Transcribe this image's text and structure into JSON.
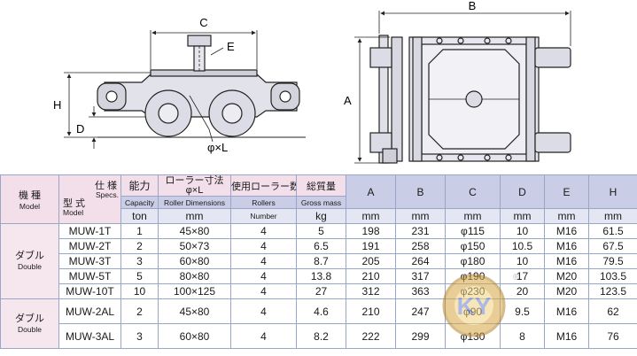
{
  "diagram": {
    "dim_c": "C",
    "dim_e": "E",
    "dim_h": "H",
    "dim_d": "D",
    "dim_roller": "φ×L",
    "dim_b": "B",
    "dim_a": "A"
  },
  "table": {
    "header": {
      "model_ja": "機 種",
      "model_en": "Model",
      "spec_ja": "仕 様",
      "spec_en": "Specs.",
      "type_ja": "型 式",
      "type_en": "Model",
      "capacity_ja": "能力",
      "capacity_en": "Capacity",
      "capacity_unit": "ton",
      "roller_ja": "ローラー寸法",
      "roller_ja2": "φ×L",
      "roller_en": "Roller Dimensions",
      "roller_unit": "mm",
      "rollers_ja": "使用ローラー数",
      "rollers_en": "Rollers",
      "rollers_unit": "Number",
      "mass_ja": "総質量",
      "mass_en": "Gross mass",
      "mass_unit": "kg",
      "cols": [
        "A",
        "B",
        "C",
        "D",
        "E",
        "H"
      ],
      "col_unit": "mm"
    },
    "groups": [
      {
        "ja": "ダブル",
        "en": "Double"
      },
      {
        "ja": "ダブル",
        "en": "Double"
      }
    ],
    "rows": [
      {
        "model": "MUW-1T",
        "cap": "1",
        "roller": "45×80",
        "num": "4",
        "mass": "5",
        "a": "198",
        "b": "231",
        "c": "φ115",
        "d": "10",
        "e": "M16",
        "h": "61.5"
      },
      {
        "model": "MUW-2T",
        "cap": "2",
        "roller": "50×73",
        "num": "4",
        "mass": "6.5",
        "a": "191",
        "b": "258",
        "c": "φ150",
        "d": "10.5",
        "e": "M16",
        "h": "67.5"
      },
      {
        "model": "MUW-3T",
        "cap": "3",
        "roller": "60×80",
        "num": "4",
        "mass": "8.7",
        "a": "205",
        "b": "264",
        "c": "φ180",
        "d": "10",
        "e": "M16",
        "h": "79.5"
      },
      {
        "model": "MUW-5T",
        "cap": "5",
        "roller": "80×80",
        "num": "4",
        "mass": "13.8",
        "a": "210",
        "b": "317",
        "c": "φ190",
        "d": "17",
        "e": "M20",
        "h": "103.5"
      },
      {
        "model": "MUW-10T",
        "cap": "10",
        "roller": "100×125",
        "num": "4",
        "mass": "27",
        "a": "312",
        "b": "363",
        "c": "φ230",
        "d": "20",
        "e": "M20",
        "h": "123.5"
      },
      {
        "model": "MUW-2AL",
        "cap": "2",
        "roller": "45×80",
        "num": "4",
        "mass": "4.6",
        "a": "210",
        "b": "247",
        "c": "φ90",
        "d": "9.5",
        "e": "M16",
        "h": "62"
      },
      {
        "model": "MUW-3AL",
        "cap": "3",
        "roller": "60×80",
        "num": "4",
        "mass": "8.2",
        "a": "222",
        "b": "299",
        "c": "φ130",
        "d": "8",
        "e": "M16",
        "h": "76"
      }
    ]
  },
  "watermark": {
    "text": "KY",
    "mark": "®"
  },
  "colors": {
    "header_dark": "#c9cde6",
    "header_pink": "#f3dfe9",
    "group_pink": "#f6e6ee",
    "line": "#222222",
    "part_fill": "#dcdce4"
  }
}
